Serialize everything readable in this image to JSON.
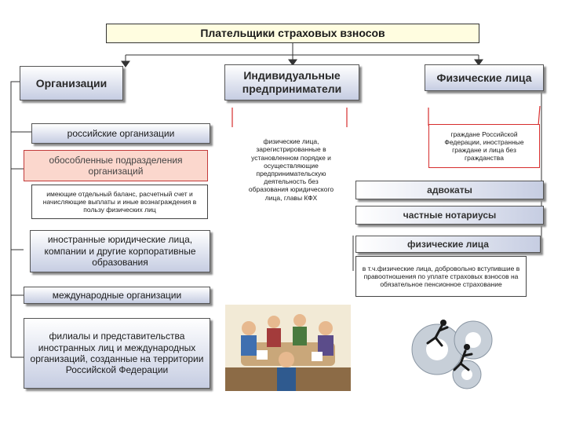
{
  "title": "Плательщики страховых взносов",
  "columns": {
    "organizations": {
      "header": "Организации",
      "items": [
        "российские организации",
        "обособленные подразделения организаций",
        "имеющие отдельный баланс, расчетный счет и начисляющие выплаты и иные вознаграждения в пользу физических лиц",
        "иностранные юридические лица, компании и другие корпоративные образования",
        "международные организации",
        "филиалы и представительства иностранных лиц и международных организаций, созданные на территории Российской Федерации"
      ]
    },
    "entrepreneurs": {
      "header": "Индивидуальные предприниматели",
      "description": "физические лица, зарегистрированные в установленном порядке и осуществляющие предпринимательскую деятельность без образования юридического лица, главы КФХ"
    },
    "individuals": {
      "header": "Физические лица",
      "description": "граждане Российской Федерации, иностранные граждане и лица без гражданства",
      "advocates": "адвокаты",
      "notaries": "частные нотариусы",
      "physical_persons": "физические лица",
      "voluntary": "в т.ч.физические лица, добровольно вступившие в правоотношения по уплате страховых взносов на обязательное пенсионное страхование"
    }
  },
  "colors": {
    "title_bg": "#fffde0",
    "accent_red": "#d62d2d",
    "light_red_fill": "#fbd7cd",
    "header_text": "#2a2a2a"
  },
  "illustrations": [
    "meeting-clipart",
    "gears-runners-clipart"
  ]
}
